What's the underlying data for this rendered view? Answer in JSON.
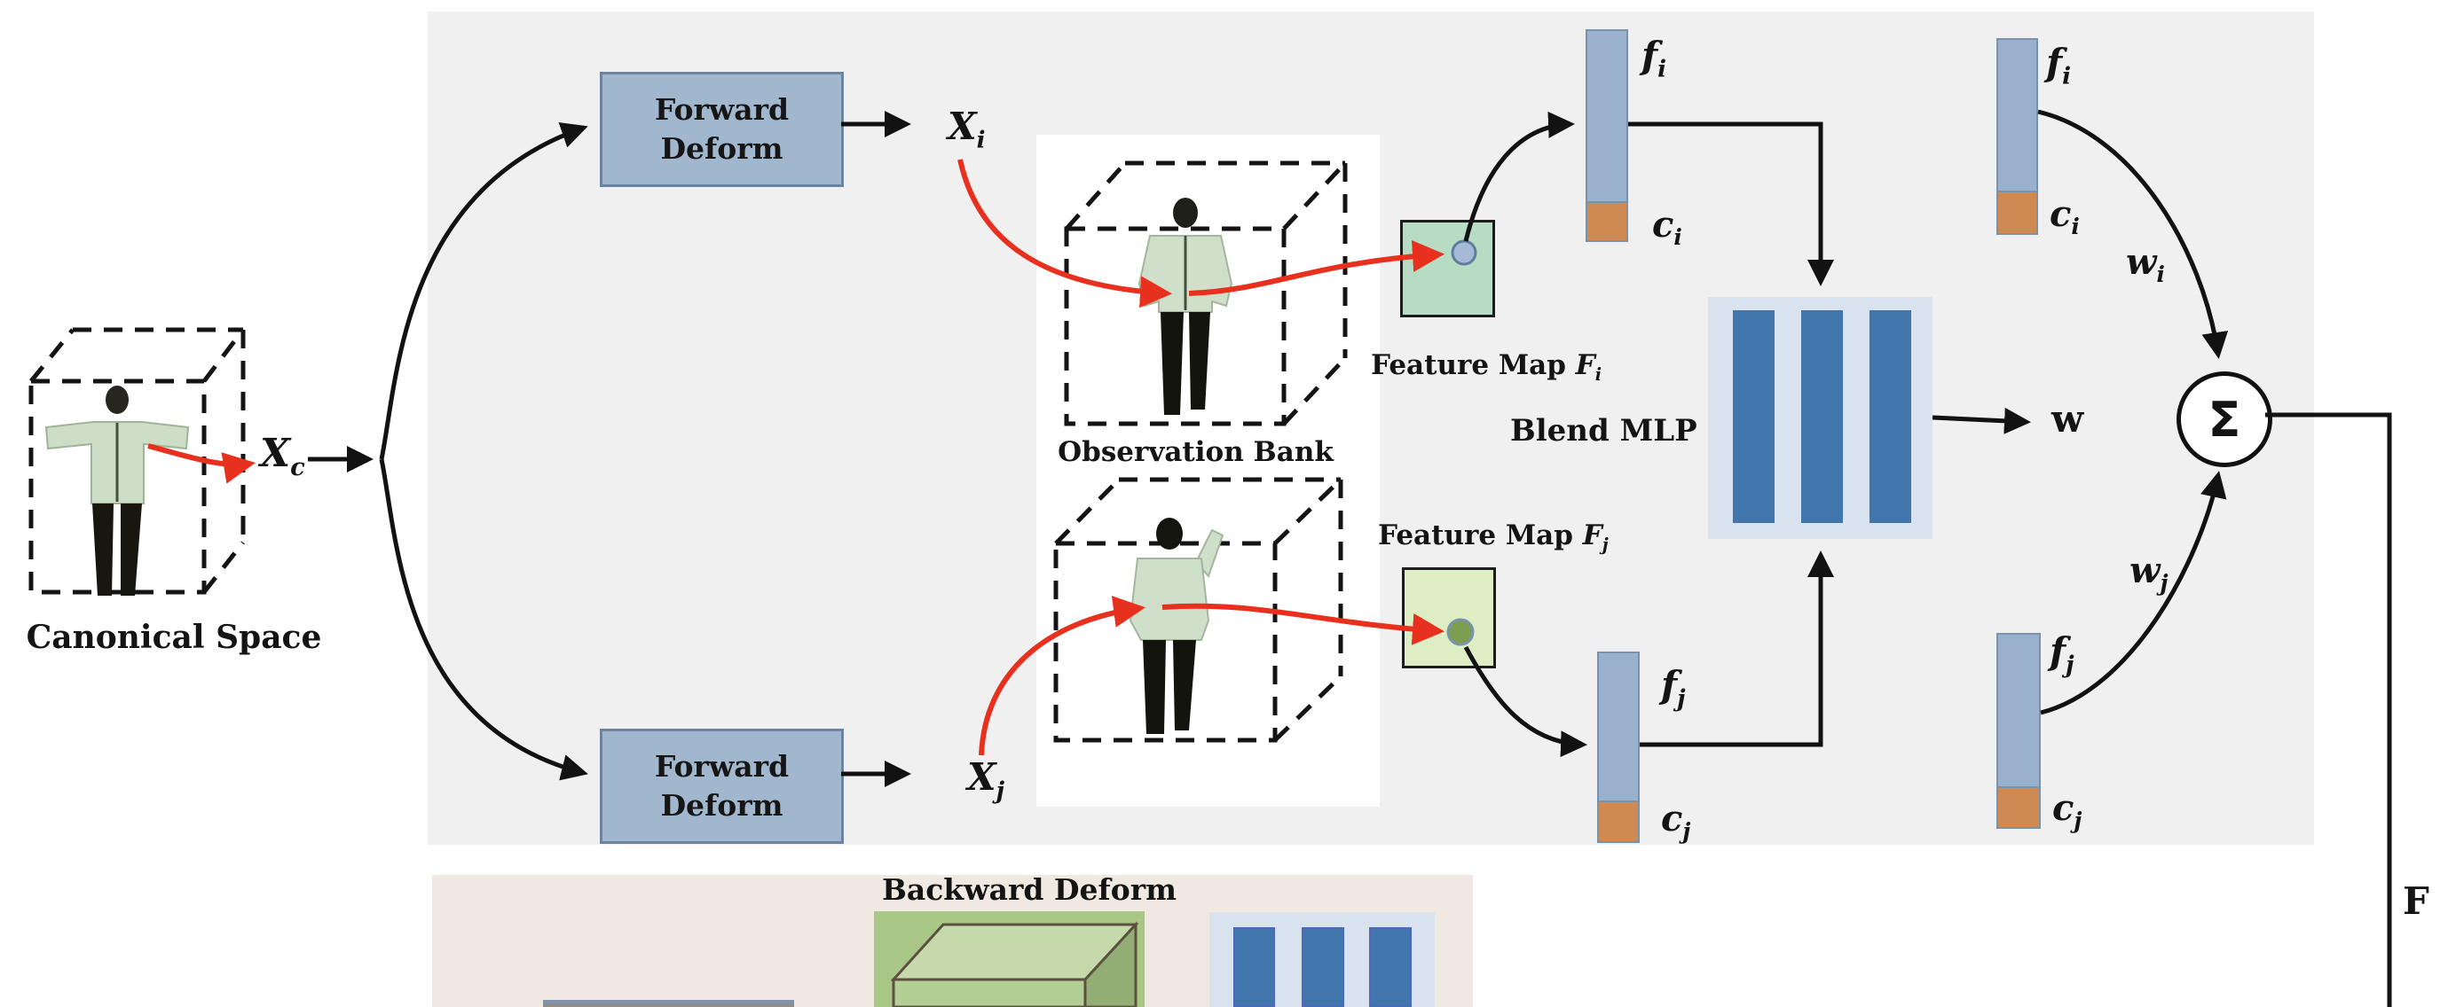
{
  "labels": {
    "canonical_space": "Canonical Space",
    "observation_bank": "Observation Bank",
    "forward_deform": {
      "line1": "Forward",
      "line2": "Deform"
    },
    "backward_deform": "Backward Deform",
    "blend_mlp": "Blend MLP",
    "feature_map": "Feature Map",
    "sigma": "Σ",
    "w_out": "w",
    "f_out": "F",
    "x_c": {
      "base": "X",
      "sub": "c"
    },
    "x_i": {
      "base": "X",
      "sub": "i"
    },
    "x_j": {
      "base": "X",
      "sub": "j"
    },
    "f_i": {
      "base": "f",
      "sub": "i"
    },
    "c_i": {
      "base": "c",
      "sub": "i"
    },
    "f_j": {
      "base": "f",
      "sub": "j"
    },
    "c_j": {
      "base": "c",
      "sub": "j"
    },
    "w_i": {
      "base": "w",
      "sub": "i"
    },
    "w_j": {
      "base": "w",
      "sub": "j"
    },
    "F_i": {
      "base": "F",
      "sub": "i"
    },
    "F_j": {
      "base": "F",
      "sub": "j"
    }
  },
  "colors": {
    "panel_gray": "#f0f0f1",
    "panel_beige": "#efe9e1",
    "panel_white": "#ffffff",
    "deform_box_fill": "#a1b7ce",
    "deform_box_border": "#6d84a0",
    "feature_bar_blue": "#9ab1cd",
    "feature_bar_orange": "#cf8a52",
    "mlp_panel": "#d9e3ef",
    "mlp_bar": "#4076ab",
    "feature_map_i_fill": "#b7dcc3",
    "feature_map_j_fill": "#ddedc4",
    "green_panel": "#a9c887",
    "red_arrow": "#e8301f",
    "line_black": "#121212"
  }
}
